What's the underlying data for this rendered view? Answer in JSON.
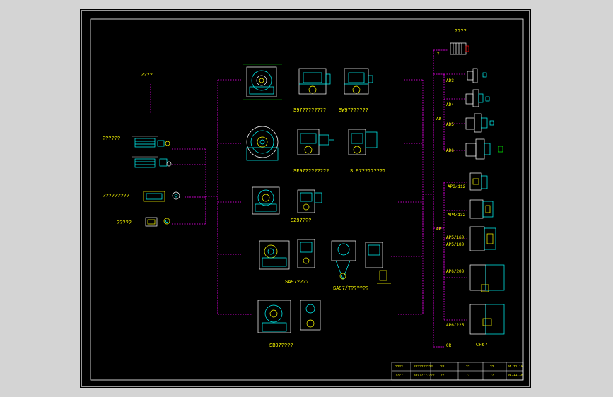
{
  "colors": {
    "background": "#000000",
    "frame": "#ffffff",
    "lines": "#ff00ff",
    "drawing": "#00ffff",
    "text": "#ffff00",
    "outer": "#d4d4d4"
  },
  "header": {
    "top_left": "????",
    "top_right": "????",
    "right_branch": "Y"
  },
  "inputs": [
    {
      "label": "??????"
    },
    {
      "label": "?????????"
    },
    {
      "label": "?????"
    }
  ],
  "reducers": [
    {
      "label": "S97????????"
    },
    {
      "label": "SW97??????"
    },
    {
      "label": "SF97????????"
    },
    {
      "label": "SL97????????"
    },
    {
      "label": "SZ97???"
    },
    {
      "label": "SA97????"
    },
    {
      "label": "SA97/T??????"
    },
    {
      "label": "SB97????"
    }
  ],
  "adapters": {
    "ad_group": [
      "AD3",
      "AD4",
      "AD",
      "AD5",
      "AD6"
    ],
    "ap_group": [
      "AP3/112",
      "AP4/132",
      "AP",
      "AP5/160",
      "AP5/180",
      "AP6/200",
      "AP6/225"
    ],
    "cr": "CR",
    "cr67": "CR67"
  },
  "title_block": {
    "r1": [
      "????",
      "??????????",
      "??",
      "??",
      "??",
      "04.11.10"
    ],
    "r2": [
      "????",
      "S97??-?????",
      "??",
      "??",
      "??",
      "04.11.10"
    ]
  }
}
